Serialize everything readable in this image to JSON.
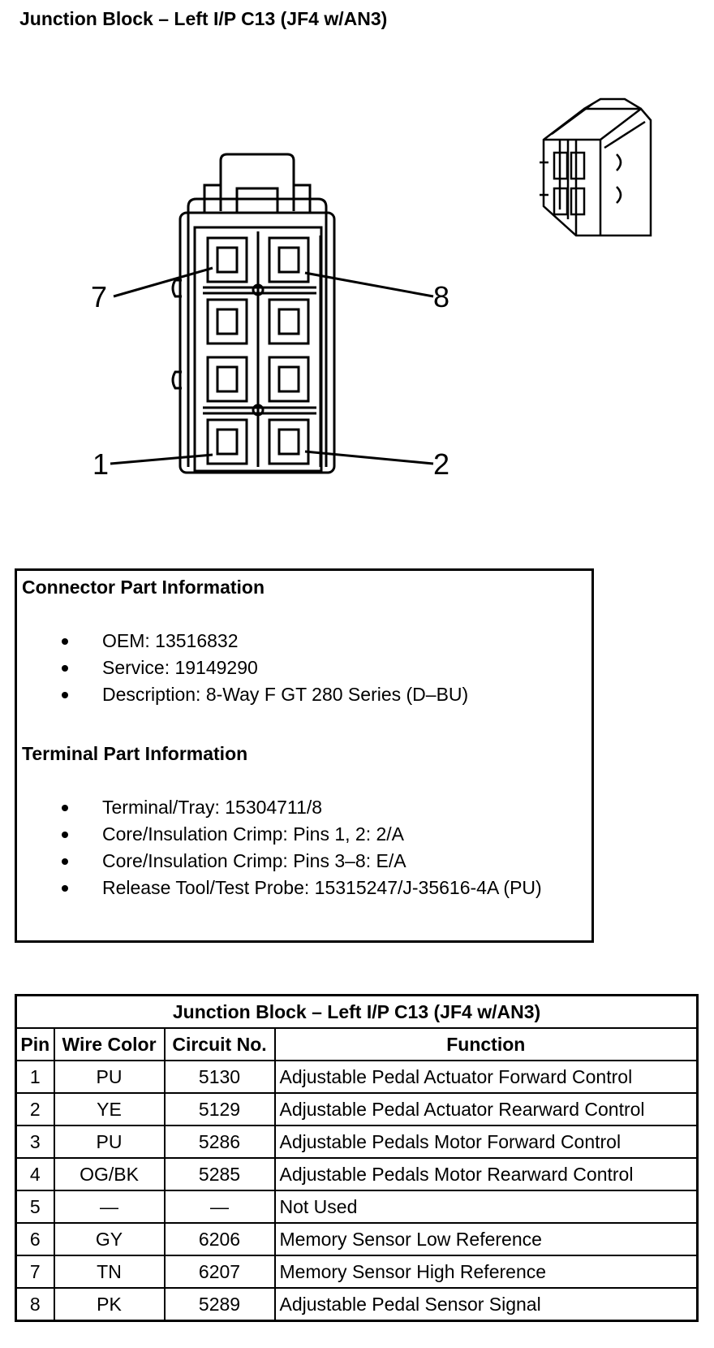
{
  "title": "Junction Block – Left I/P C13 (JF4 w/AN3)",
  "diagram": {
    "pin_labels": [
      "7",
      "8",
      "1",
      "2"
    ]
  },
  "connector_info": {
    "heading": "Connector Part Information",
    "items": [
      "OEM: 13516832",
      "Service: 19149290",
      "Description: 8-Way F GT 280 Series (D–BU)"
    ]
  },
  "terminal_info": {
    "heading": "Terminal Part Information",
    "items": [
      "Terminal/Tray: 15304711/8",
      "Core/Insulation Crimp: Pins 1, 2: 2/A",
      "Core/Insulation Crimp: Pins 3–8: E/A",
      "Release Tool/Test Probe: 15315247/J-35616-4A (PU)"
    ]
  },
  "table": {
    "title": "Junction Block – Left I/P C13 (JF4 w/AN3)",
    "headers": [
      "Pin",
      "Wire Color",
      "Circuit No.",
      "Function"
    ],
    "rows": [
      [
        "1",
        "PU",
        "5130",
        "Adjustable Pedal Actuator Forward Control"
      ],
      [
        "2",
        "YE",
        "5129",
        "Adjustable Pedal Actuator Rearward Control"
      ],
      [
        "3",
        "PU",
        "5286",
        "Adjustable Pedals Motor Forward Control"
      ],
      [
        "4",
        "OG/BK",
        "5285",
        "Adjustable Pedals Motor Rearward Control"
      ],
      [
        "5",
        "—",
        "—",
        "Not Used"
      ],
      [
        "6",
        "GY",
        "6206",
        "Memory Sensor Low Reference"
      ],
      [
        "7",
        "TN",
        "6207",
        "Memory Sensor High Reference"
      ],
      [
        "8",
        "PK",
        "5289",
        "Adjustable Pedal Sensor Signal"
      ]
    ]
  }
}
